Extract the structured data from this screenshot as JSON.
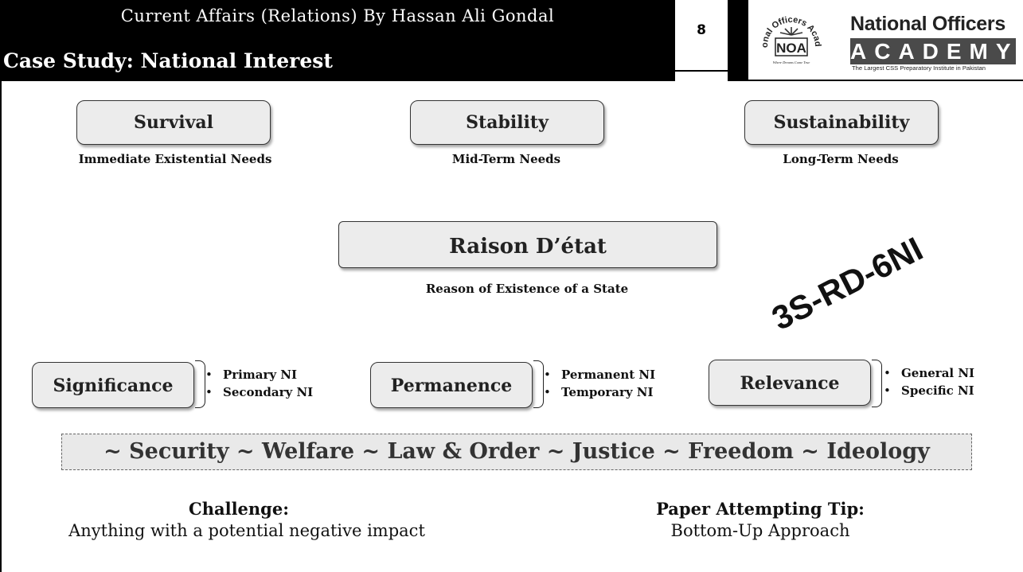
{
  "header": {
    "course_title": "Current Affairs (Relations) By Hassan Ali Gondal",
    "case_title": "Case Study: National Interest",
    "page_number": "8",
    "logo": {
      "seal_text": "National Officers Academy",
      "seal_abbr": "NOA",
      "seal_motto": "Where Dreams Come True",
      "name": "National Officers",
      "academy": "ACADEMY",
      "tagline": "The Largest CSS Preparatory Institute in Pakistan"
    }
  },
  "top_boxes": [
    {
      "label": "Survival",
      "caption": "Immediate Existential Needs"
    },
    {
      "label": "Stability",
      "caption": "Mid-Term Needs"
    },
    {
      "label": "Sustainability",
      "caption": "Long-Term Needs"
    }
  ],
  "center": {
    "label": "Raison D’état",
    "caption": "Reason of Existence of a State"
  },
  "code_stamp": "3S-RD-6NI",
  "classifications": [
    {
      "label": "Significance",
      "items": [
        "Primary NI",
        "Secondary NI"
      ]
    },
    {
      "label": "Permanence",
      "items": [
        "Permanent NI",
        "Temporary NI"
      ]
    },
    {
      "label": "Relevance",
      "items": [
        "General NI",
        "Specific NI"
      ]
    }
  ],
  "values_strip": "~ Security ~ Welfare ~ Law & Order ~ Justice ~ Freedom ~ Ideology",
  "footer": {
    "challenge_heading": "Challenge:",
    "challenge_text": "Anything with a potential negative impact",
    "tip_heading": "Paper Attempting Tip:",
    "tip_text": "Bottom-Up Approach"
  }
}
